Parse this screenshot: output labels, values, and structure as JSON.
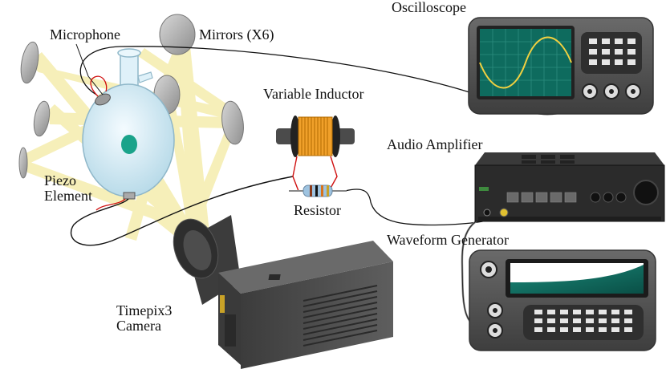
{
  "labels": {
    "microphone": "Microphone",
    "mirrors": "Mirrors (X6)",
    "oscilloscope": "Oscilloscope",
    "variable_inductor": "Variable Inductor",
    "audio_amplifier": "Audio Amplifier",
    "piezo_line1": "Piezo",
    "piezo_line2": "Element",
    "resistor": "Resistor",
    "waveform_generator": "Waveform Generator",
    "camera_line1": "Timepix3",
    "camera_line2": "Camera"
  },
  "colors": {
    "beam": "#f3eaa2",
    "flask": "#d6eef8",
    "flask_stroke": "#8fb7c9",
    "bubble": "#1aa38a",
    "mirror": "#b4b4b4",
    "device_body": "#5a5a5a",
    "screen": "#0e6b5e",
    "amp_body": "#2b2b2b",
    "camera": "#4a4a4a",
    "coil": "#f0a02a",
    "red_wire": "#d01010",
    "wire": "#111111"
  }
}
